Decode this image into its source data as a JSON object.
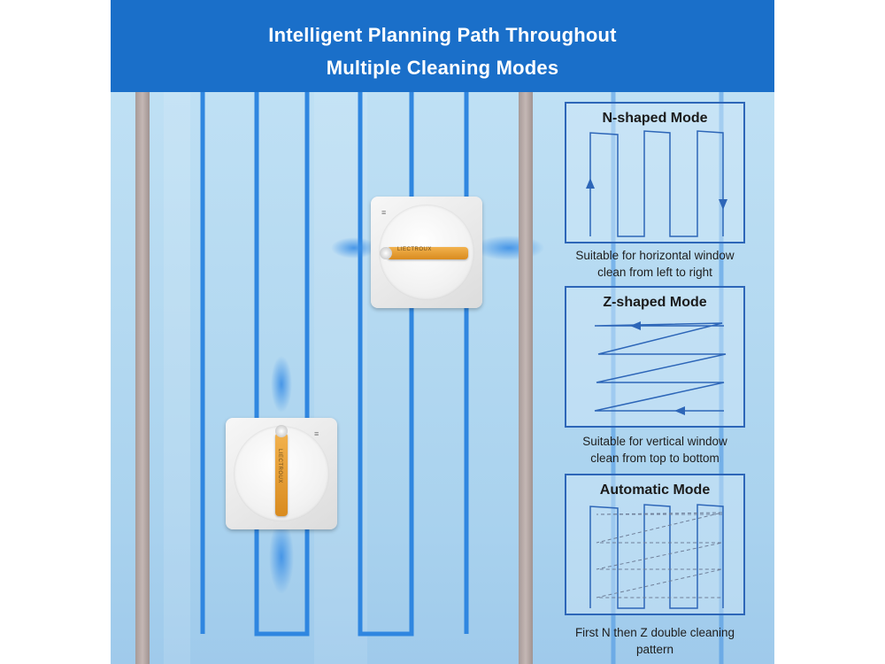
{
  "header": {
    "title_line1": "Intelligent Planning Path Throughout",
    "title_line2": "Multiple Cleaning Modes"
  },
  "robots": {
    "brand_label": "LIECTROUX"
  },
  "modes": [
    {
      "title": "N-shaped Mode",
      "caption_line1": "Suitable for horizontal window",
      "caption_line2": "clean from left to right"
    },
    {
      "title": "Z-shaped Mode",
      "caption_line1": "Suitable for vertical window",
      "caption_line2": "clean from top to bottom"
    },
    {
      "title": "Automatic Mode",
      "caption_line1": "First N then Z double cleaning",
      "caption_line2": "pattern"
    }
  ],
  "colors": {
    "banner": "#1a6fc9",
    "path_blue": "#2f86e0",
    "diagram_blue": "#2d66b8"
  }
}
